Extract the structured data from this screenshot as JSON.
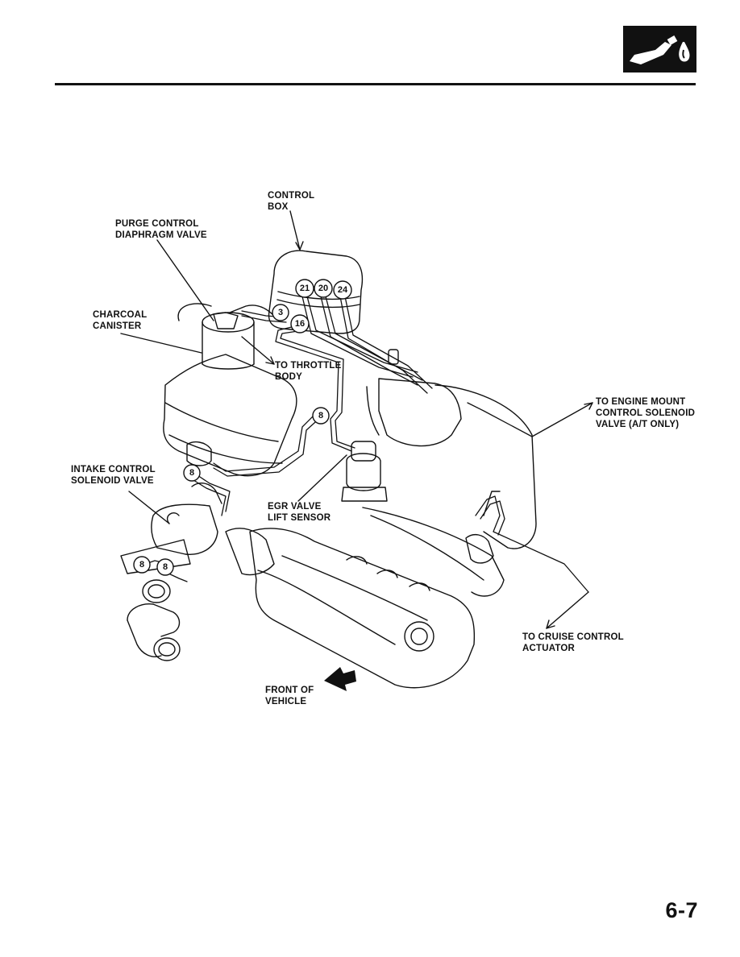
{
  "header": {
    "icon": "fuel-nozzle-icon"
  },
  "labels": {
    "control_box_l1": "CONTROL",
    "control_box_l2": "BOX",
    "purge_l1": "PURGE CONTROL",
    "purge_l2": "DIAPHRAGM VALVE",
    "charcoal_l1": "CHARCOAL",
    "charcoal_l2": "CANISTER",
    "throttle_l1": "TO THROTTLE",
    "throttle_l2": "BODY",
    "engine_mount_l1": "TO ENGINE MOUNT",
    "engine_mount_l2": "CONTROL SOLENOID",
    "engine_mount_l3": "VALVE (A/T ONLY)",
    "intake_l1": "INTAKE CONTROL",
    "intake_l2": "SOLENOID VALVE",
    "egr_l1": "EGR VALVE",
    "egr_l2": "LIFT SENSOR",
    "cruise_l1": "TO CRUISE CONTROL",
    "cruise_l2": "ACTUATOR",
    "front_l1": "FRONT OF",
    "front_l2": "VEHICLE"
  },
  "hose_numbers": {
    "n21": "21",
    "n20": "20",
    "n24": "24",
    "n3": "3",
    "n16": "16",
    "n8a": "8",
    "n8b": "8",
    "n8c": "8",
    "n8d": "8"
  },
  "footer": {
    "page_number": "6-7"
  }
}
